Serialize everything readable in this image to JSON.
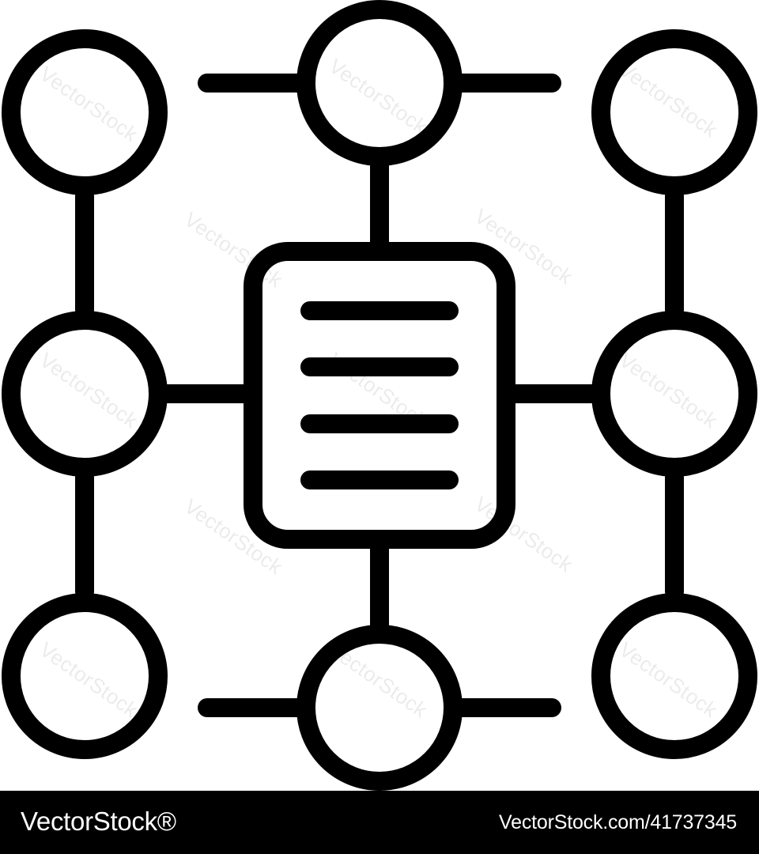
{
  "icon": {
    "name": "data-network-document-icon",
    "stroke_color": "#000000",
    "fill_color": "#ffffff"
  },
  "watermark": {
    "text": "VectorStock"
  },
  "footer": {
    "brand": "VectorStock®",
    "image_id": "VectorStock.com/41737345",
    "background": "#000000",
    "text_color": "#ffffff"
  }
}
